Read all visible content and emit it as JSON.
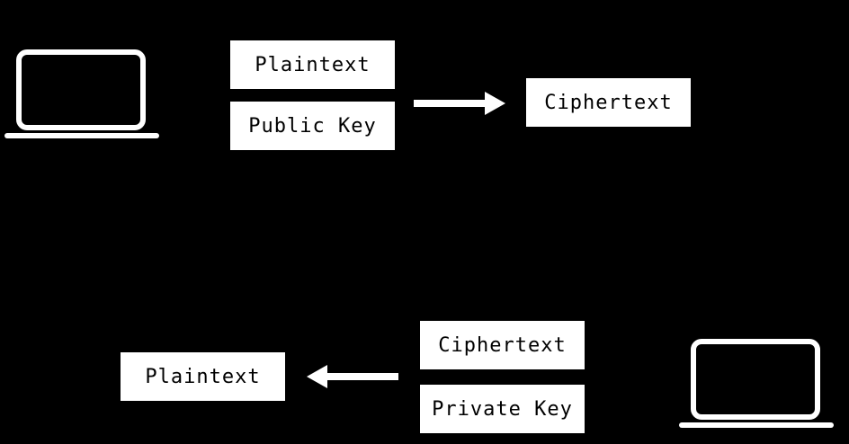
{
  "sender": {
    "inputs": {
      "plaintext_label": "Plaintext",
      "key_label": "Public Key"
    },
    "output_label": "Ciphertext",
    "device_icon": "laptop-icon",
    "arrow_icon": "arrow-right-icon"
  },
  "receiver": {
    "inputs": {
      "ciphertext_label": "Ciphertext",
      "key_label": "Private Key"
    },
    "output_label": "Plaintext",
    "device_icon": "laptop-icon",
    "arrow_icon": "arrow-left-icon"
  },
  "colors": {
    "background": "#000000",
    "foreground": "#ffffff",
    "box_text": "#000000"
  }
}
